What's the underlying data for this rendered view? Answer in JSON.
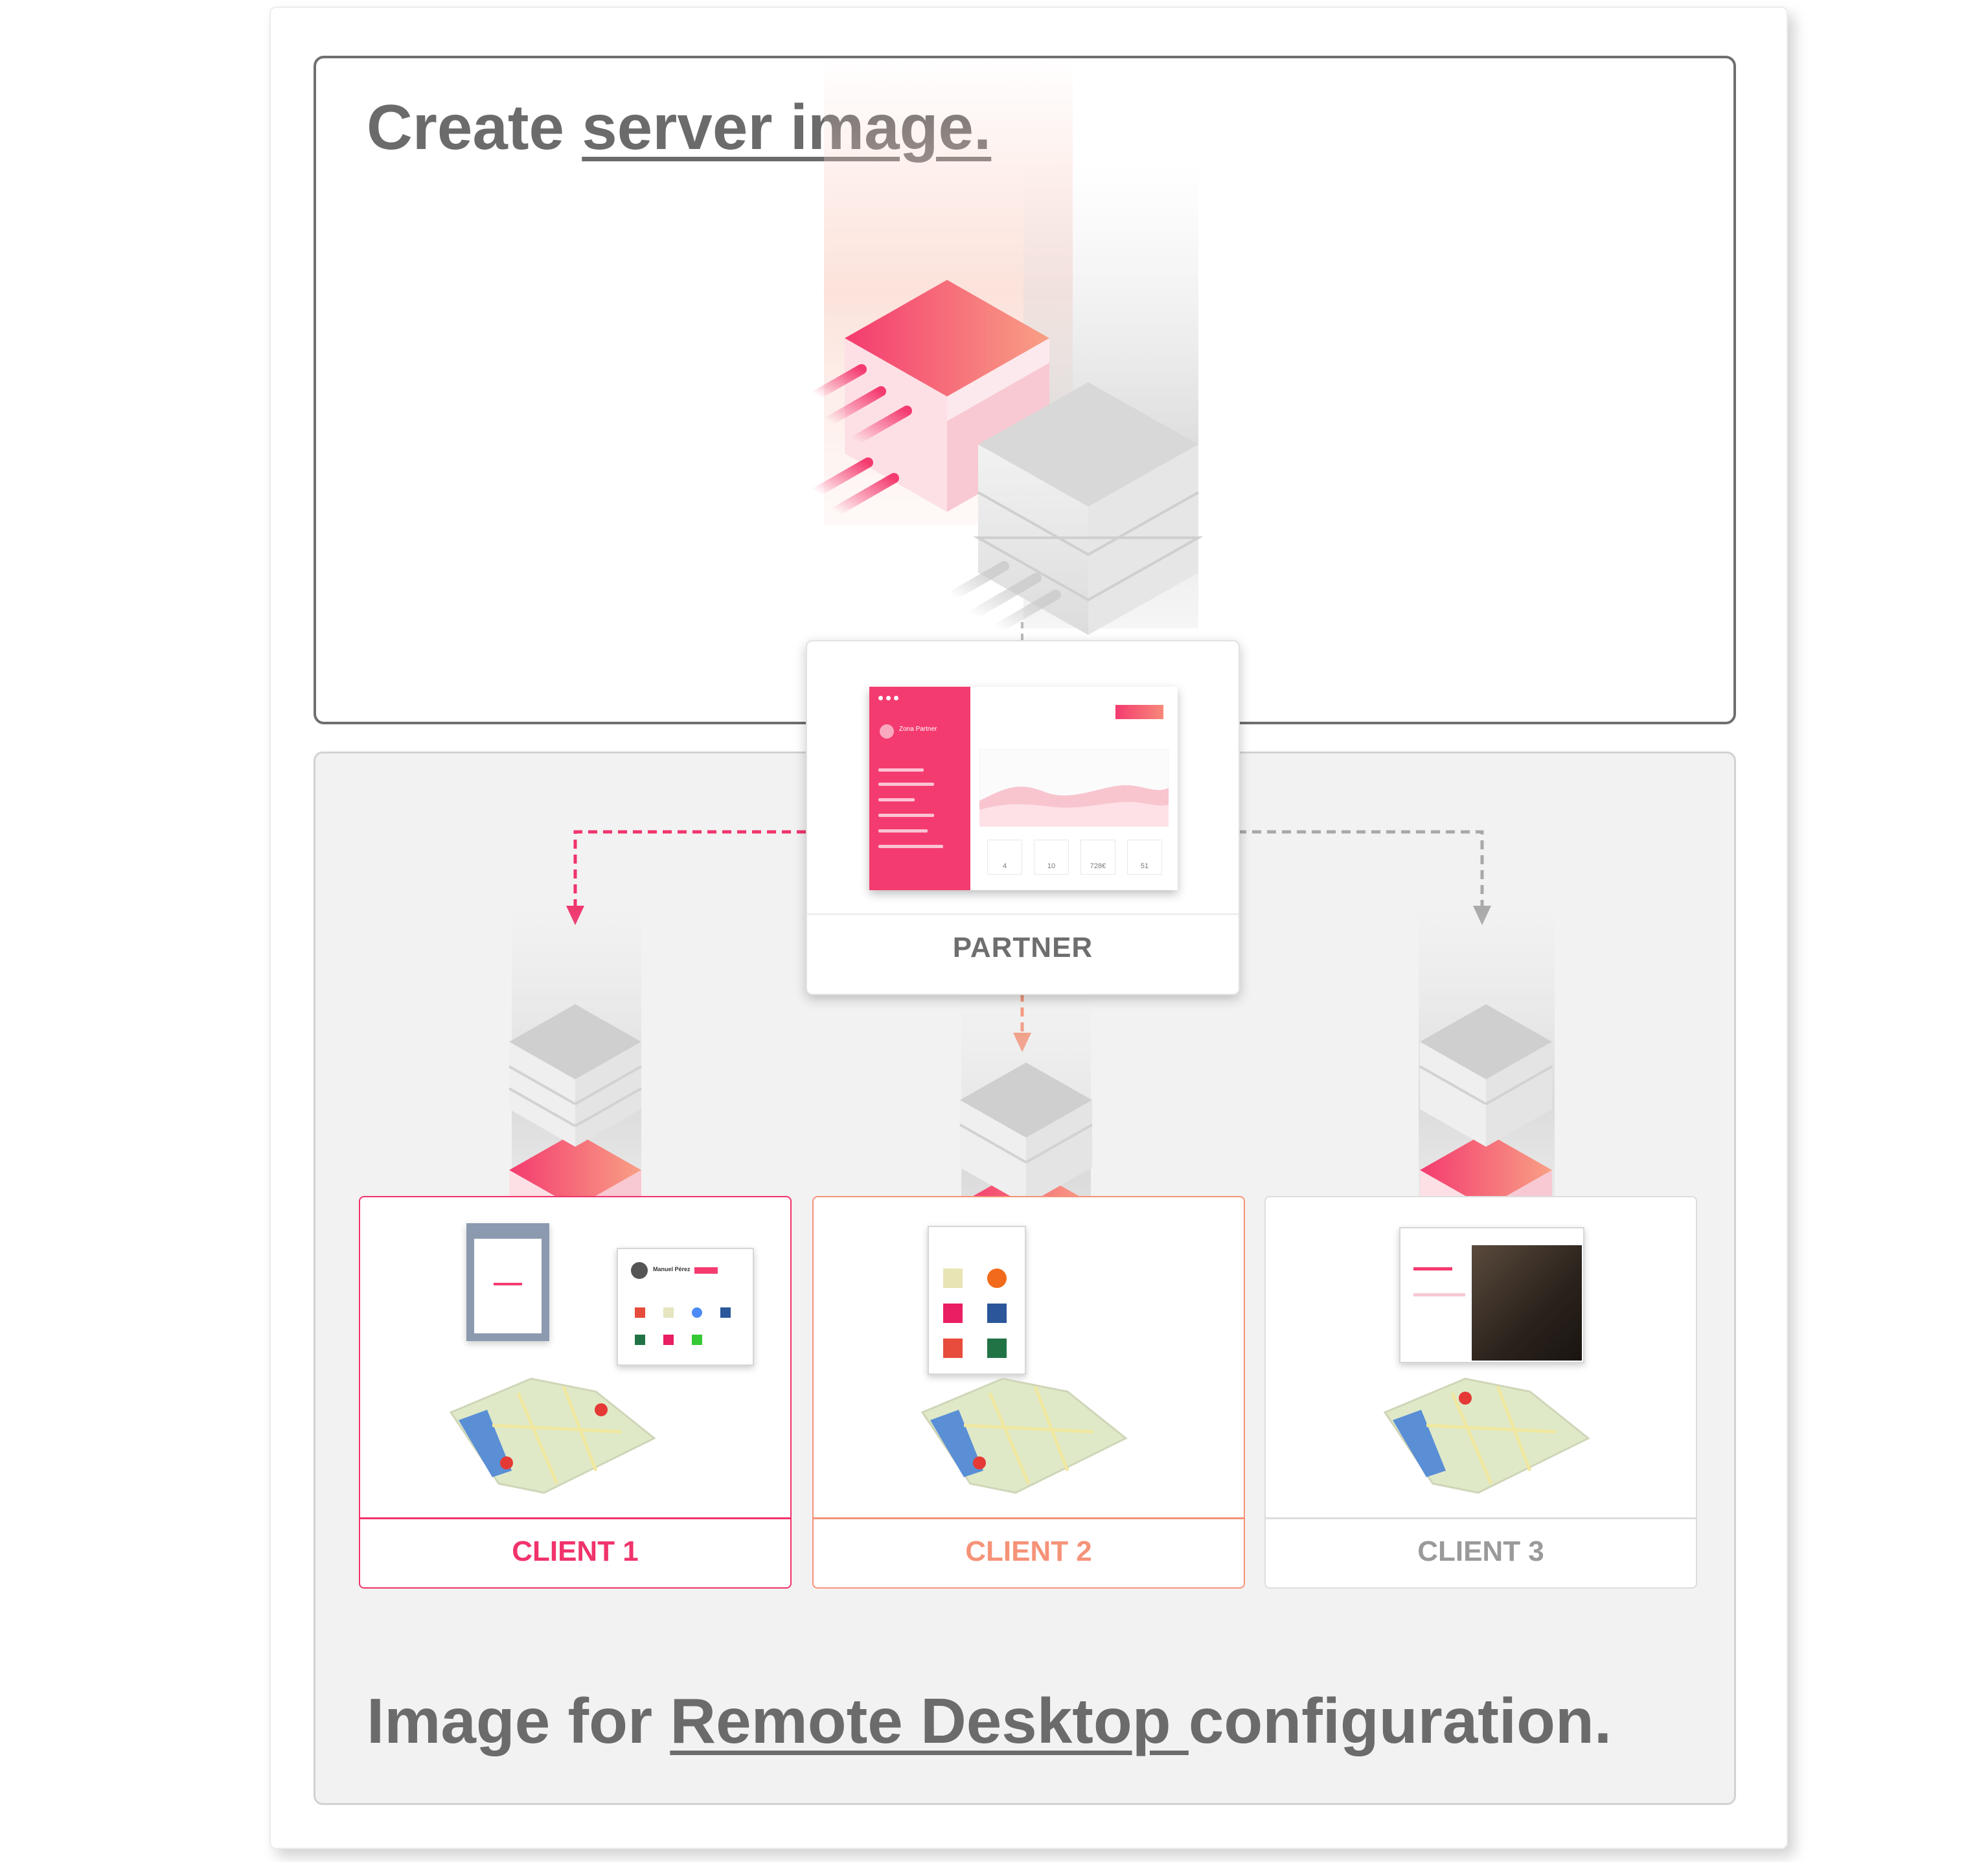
{
  "headings": {
    "top": {
      "prefix": "Create ",
      "link": "server image.",
      "suffix": ""
    },
    "bottom": {
      "prefix": "Image for ",
      "link": "Remote Desktop ",
      "suffix": "configuration."
    }
  },
  "partner": {
    "label": "PARTNER",
    "dashboard": {
      "zone_label": "Zona Partner",
      "stats": [
        "4",
        "10",
        "728€",
        "51"
      ]
    }
  },
  "clients": [
    {
      "label": "CLIENT 1",
      "color": "#f0336b"
    },
    {
      "label": "CLIENT 2",
      "color": "#f59378"
    },
    {
      "label": "CLIENT 3",
      "color": "#9a9a9a"
    }
  ],
  "client1_window": {
    "user_name": "Manuel Pérez"
  },
  "colors": {
    "accent_pink": "#f43b6f",
    "accent_orange": "#f7897a",
    "heading_gray": "#6b6b6b",
    "connector_gray": "#a8a8a8"
  },
  "icons": [
    "server-stack-icon",
    "map-icon",
    "location-pin-icon",
    "arrow-down-icon"
  ]
}
